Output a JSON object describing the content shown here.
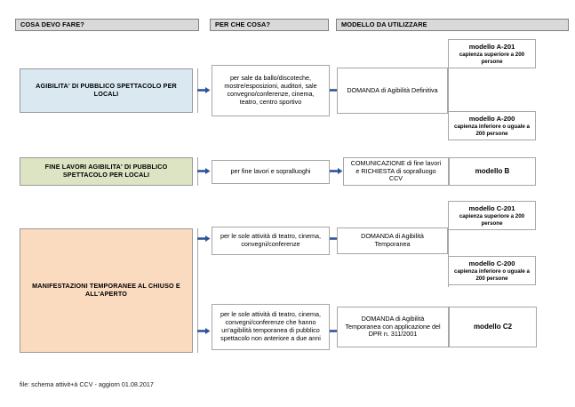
{
  "page": {
    "footer_note": "file: schema attivit+á CCV - aggiorn 01.08.2017"
  },
  "colors": {
    "header_fill": "#d9d9d9",
    "category_blue": "#d9e8f1",
    "category_green": "#dde4c3",
    "category_orange": "#fbdbc0",
    "arrow_blue": "#2e5496",
    "border_gray": "#a6a6a6"
  },
  "headers": [
    {
      "label": "COSA DEVO FARE?"
    },
    {
      "label": "PER CHE COSA?"
    },
    {
      "label": "MODELLO DA UTILIZZARE"
    }
  ],
  "rows": [
    {
      "category": "AGIBILITA' DI PUBBLICO SPETTACOLO PER LOCALI",
      "reason": "per sale da ballo/discoteche, mostre/esposizioni, auditori, sale convegno/conferenze, cinema, teatro, centro sportivo",
      "document": "DOMANDA di Agibilità Definitiva",
      "models": [
        {
          "title": "modello A-201",
          "subtitle": "capienza superiore a 200 persone"
        },
        {
          "title": "modello A-200",
          "subtitle": "capienza inferiore o uguale a 200 persone"
        }
      ]
    },
    {
      "category": "FINE LAVORI AGIBILITA' DI PUBBLICO SPETTACOLO PER LOCALI",
      "reason": "per fine lavori e sopralluoghi",
      "document": "COMUNICAZIONE di fine lavori e RICHIESTA di sopralluogo CCV",
      "model_inline": "modello B"
    },
    {
      "category": "MANIFESTAZIONI TEMPORANEE AL CHIUSO E ALL'APERTO",
      "branches": [
        {
          "reason": "per le sole attività di teatro, cinema, convegni/conferenze",
          "document": "DOMANDA di Agibilità Temporanea",
          "models": [
            {
              "title": "modello C-201",
              "subtitle": "capienza superiore a 200 persone"
            },
            {
              "title": "modello C-200",
              "subtitle": "capienza inferiore o uguale a 200 persone"
            }
          ]
        },
        {
          "reason": "per le sole attività di teatro, cinema, convegni/conferenze che hanno un'agibilità temporanea di pubblico spettacolo non anteriore a due anni",
          "document": "DOMANDA di Agibilità Temporanea con applicazione del DPR n. 311/2001",
          "model_inline": "modello C2"
        }
      ]
    }
  ]
}
